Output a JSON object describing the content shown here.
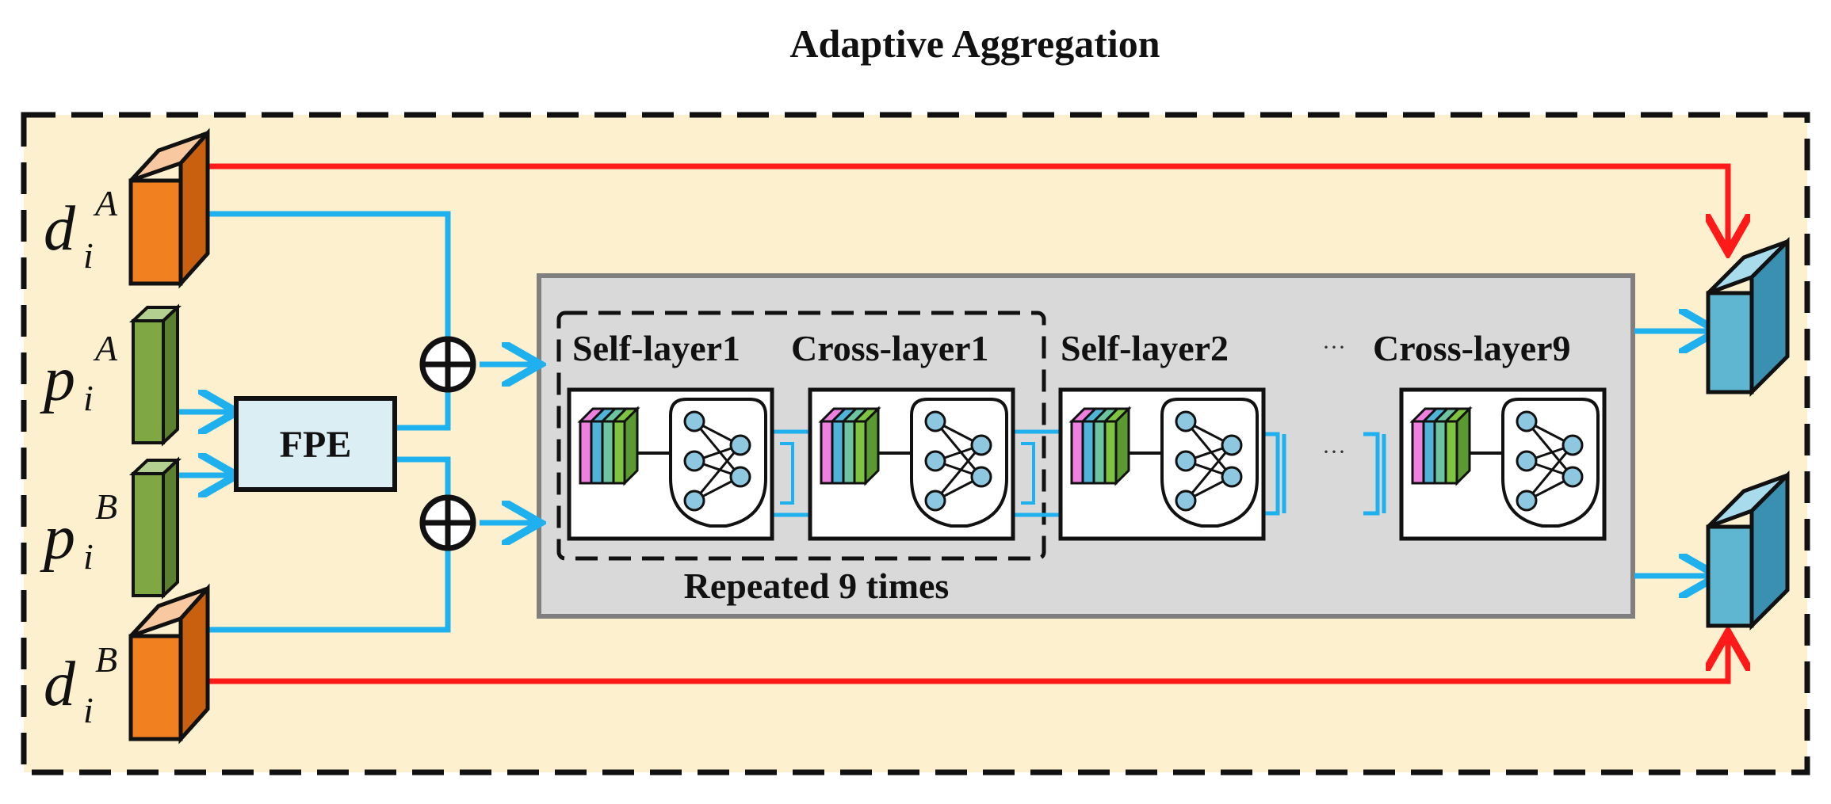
{
  "title": "Adaptive Aggregation",
  "inputs": {
    "dA": {
      "base": "d",
      "sub": "i",
      "sup": "A"
    },
    "pA": {
      "base": "p",
      "sub": "i",
      "sup": "A"
    },
    "pB": {
      "base": "p",
      "sub": "i",
      "sup": "B"
    },
    "dB": {
      "base": "d",
      "sub": "i",
      "sup": "B"
    }
  },
  "fpe_label": "FPE",
  "plus_symbol": "⊕",
  "layers": [
    {
      "label": "Self-layer1"
    },
    {
      "label": "Cross-layer1"
    },
    {
      "label": "Self-layer2"
    },
    {
      "label": "Cross-layer9"
    }
  ],
  "ellipsis": "···",
  "repeat_label": "Repeated 9 times",
  "colors": {
    "background": "#fdf0cf",
    "panel": "#d9d9d9",
    "panel_border": "#7f7f7f",
    "fpe_fill": "#dbeef4",
    "descriptor_orange": "#f08020",
    "position_green": "#7fa845",
    "output_blue": "#5fb6d0",
    "arrow_blue": "#1fb0ee",
    "arrow_red": "#ff1a1a",
    "stack_pink": "#f080e0",
    "stack_blue": "#4fb4d8",
    "stack_teal": "#6cc4a0",
    "stack_green": "#7fc441",
    "node_fill": "#8ec8e0"
  }
}
